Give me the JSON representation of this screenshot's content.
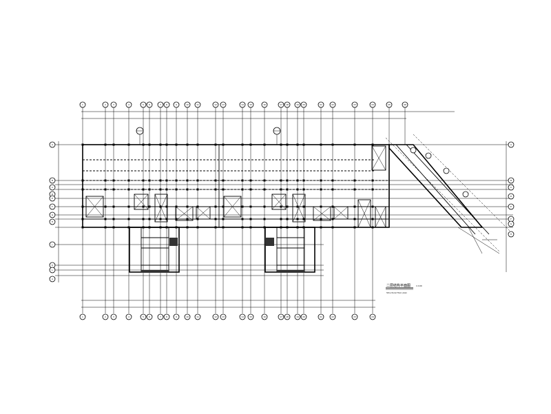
{
  "drawing": {
    "plan_title": "二层结构平面图",
    "plan_scale": "1:100",
    "plan_subtitle": "Structural floor plan"
  },
  "axis_bubbles": {
    "top": [
      "1",
      "2",
      "3",
      "4",
      "5",
      "6",
      "7",
      "8",
      "9",
      "10",
      "11",
      "12",
      "13",
      "14",
      "15",
      "16",
      "17",
      "18",
      "19",
      "20",
      "21",
      "22",
      "23",
      "24",
      "25",
      "26"
    ],
    "left": [
      "A",
      "B",
      "C",
      "D",
      "E",
      "F",
      "G",
      "H",
      "J",
      "K",
      "L"
    ]
  },
  "colors": {
    "line": "#000000",
    "background": "#ffffff"
  }
}
